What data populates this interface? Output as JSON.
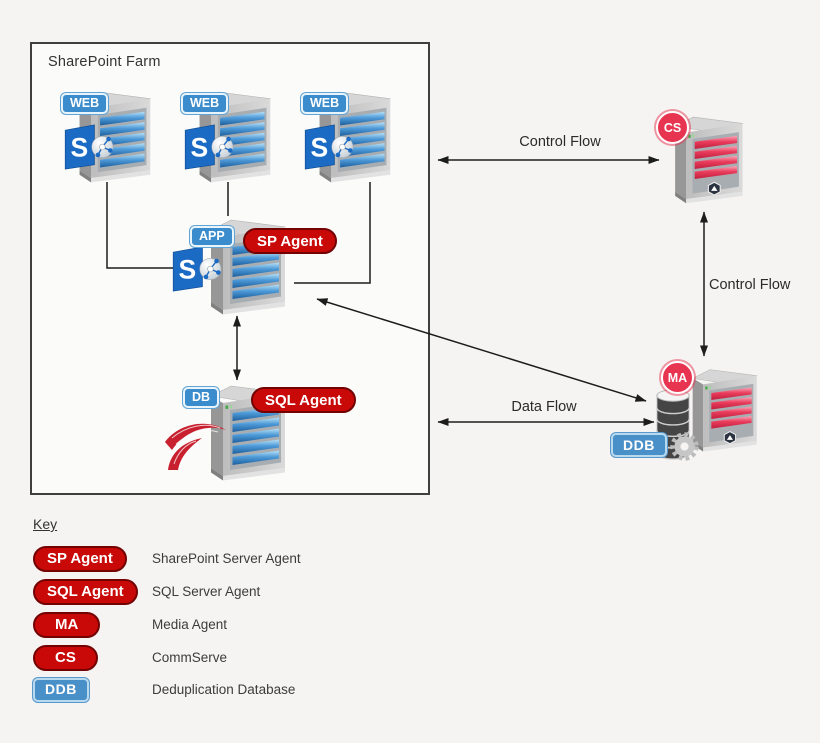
{
  "diagram": {
    "farm_title": "SharePoint Farm",
    "badges": {
      "web": "WEB",
      "app": "APP",
      "db": "DB",
      "cs": "CS",
      "ma": "MA",
      "ddb": "DDB"
    },
    "pills": {
      "sp_agent": "SP Agent",
      "sql_agent": "SQL Agent"
    },
    "labels": {
      "control_flow_top": "Control Flow",
      "control_flow_right": "Control Flow",
      "data_flow": "Data Flow"
    },
    "sharepoint_logo_letter": "S"
  },
  "key": {
    "title": "Key",
    "items": [
      {
        "badge": "SP Agent",
        "label": "SharePoint Server Agent"
      },
      {
        "badge": "SQL Agent",
        "label": "SQL Server Agent"
      },
      {
        "badge": "MA",
        "label": "Media Agent"
      },
      {
        "badge": "CS",
        "label": "CommServe"
      },
      {
        "badge": "DDB",
        "label": "Deduplication Database"
      }
    ]
  },
  "colors": {
    "background": "#f5f4f2",
    "agent_pill_red": "#c90808",
    "badge_blue": "#3a8ccc",
    "circle_badge_crimson": "#e73450",
    "server_slat_blue": "#4e9ad8",
    "server_slat_red": "#ea3c5c",
    "ddb_blue": "#4a90c8",
    "line_black": "#1c1c1c"
  }
}
